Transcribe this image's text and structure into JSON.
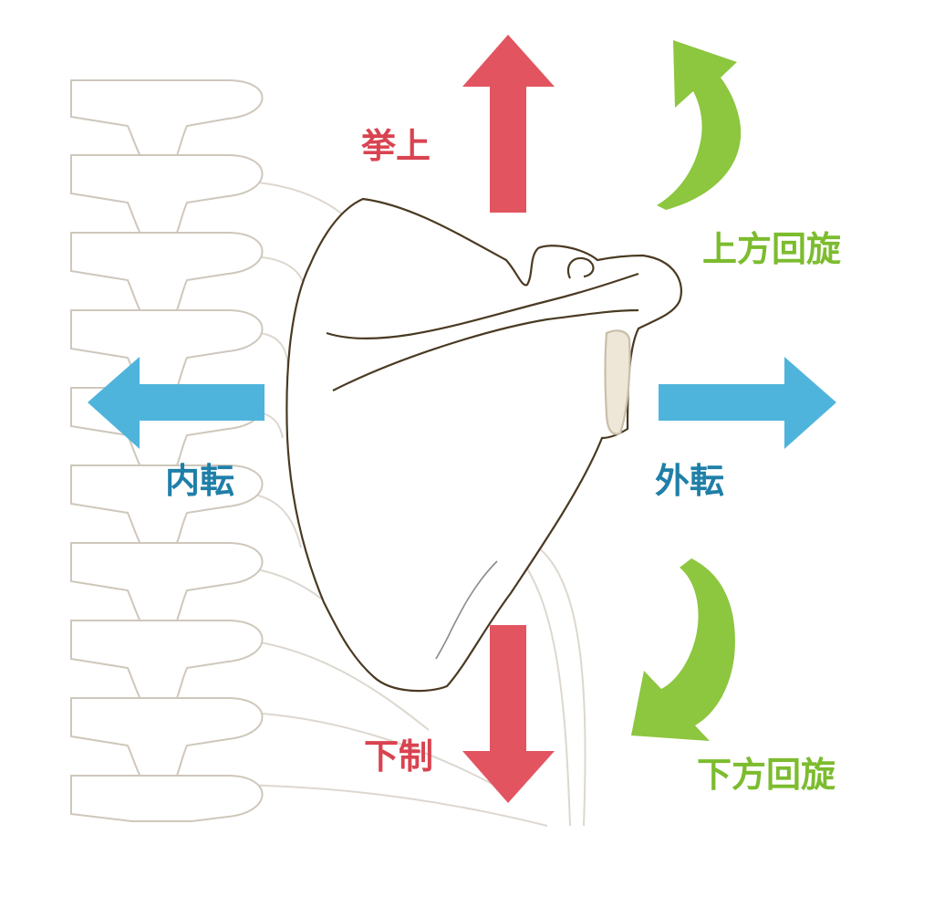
{
  "labels": {
    "elevation": "挙上",
    "depression": "下制",
    "adduction": "内転",
    "abduction": "外転",
    "upward_rotation": "上方回旋",
    "downward_rotation": "下方回旋"
  },
  "colors": {
    "elevation_depression": "#e25560",
    "adduction_abduction": "#4fb4dc",
    "rotation": "#8dc63f",
    "label_red": "#d94350",
    "label_blue": "#1f7fa8",
    "label_green": "#7cbc2e",
    "bone_outline": "#4a3a22",
    "spine_outline": "#cfc7bc"
  },
  "icons": {
    "up": "arrow-up-icon",
    "down": "arrow-down-icon",
    "left": "arrow-left-icon",
    "right": "arrow-right-icon",
    "rotate_up": "curved-arrow-up-icon",
    "rotate_down": "curved-arrow-down-icon"
  }
}
